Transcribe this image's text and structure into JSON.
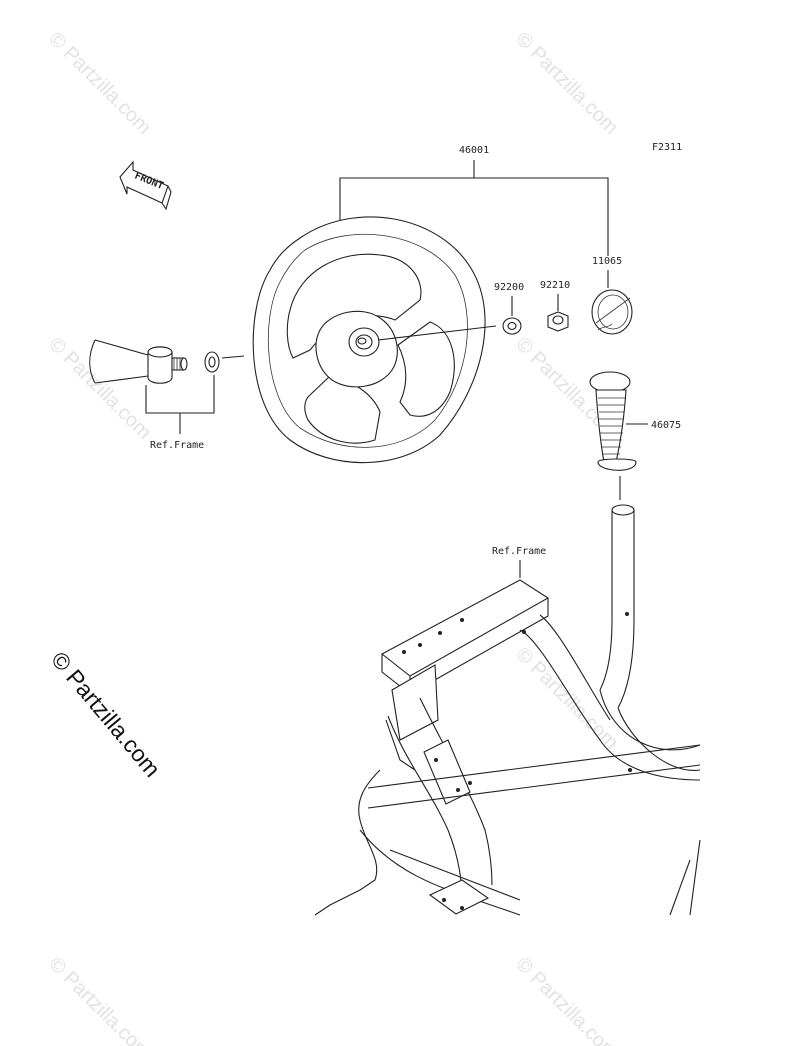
{
  "figure_code": "F2311",
  "front_label": "FRONT",
  "watermark_main": "© Partzilla.com",
  "watermark_faint": "© Partzilla.com",
  "parts": {
    "wheel_assembly": "46001",
    "washer": "92200",
    "nut": "92210",
    "emblem": "11065",
    "grip": "46075"
  },
  "ref_frame_1": "Ref.Frame",
  "ref_frame_2": "Ref.Frame"
}
